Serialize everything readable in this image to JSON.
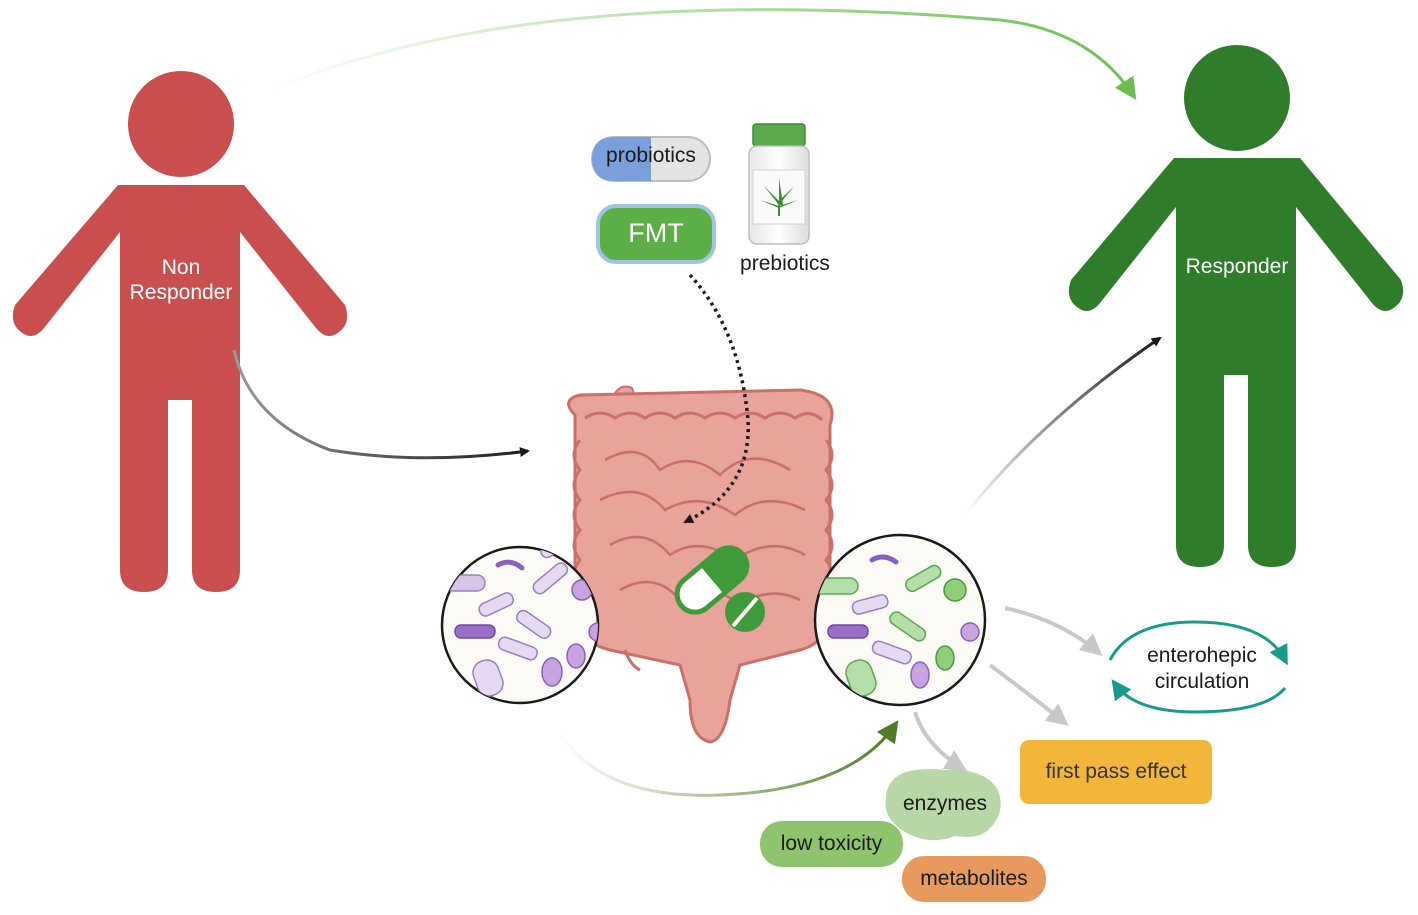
{
  "non_responder": {
    "label_line1": "Non",
    "label_line2": "Responder",
    "color": "#c94e4e"
  },
  "responder": {
    "label": "Responder",
    "color": "#2f7d2b"
  },
  "interventions": {
    "probiotics": "probiotics",
    "fmt": "FMT",
    "prebiotics": "prebiotics"
  },
  "outcomes": {
    "enterohepatic_line1": "enterohepic",
    "enterohepatic_line2": "circulation",
    "first_pass": "first pass effect",
    "enzymes": "enzymes",
    "low_toxicity": "low toxicity",
    "metabolites": "metabolites"
  },
  "colors": {
    "gut": "#e8a39a",
    "gut_dark": "#c9706a",
    "first_pass_bg": "#f1b63a",
    "enzymes_bg": "#b7d7a6",
    "low_toxicity_bg": "#8fc46e",
    "metabolites_bg": "#e89a5e",
    "circulation_arrow": "#1a9a8c"
  }
}
